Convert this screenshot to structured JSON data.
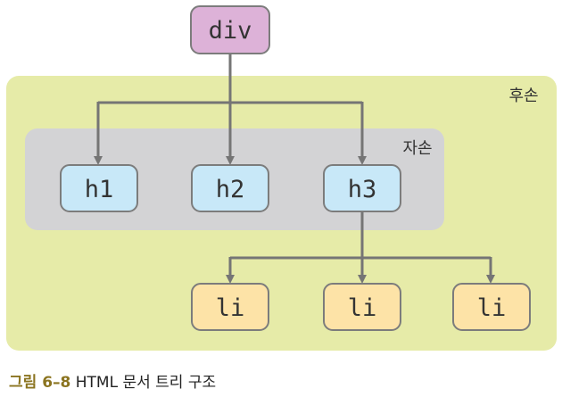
{
  "regions": {
    "descendants_label": "후손",
    "children_label": "자손"
  },
  "nodes": {
    "root": "div",
    "children": [
      "h1",
      "h2",
      "h3"
    ],
    "grandchildren": [
      "li",
      "li",
      "li"
    ]
  },
  "caption": {
    "label": "그림 6–8",
    "text": "HTML 문서 트리 구조"
  },
  "colors": {
    "descendants_fill": "#e6eba8",
    "children_fill": "#d3d3d5",
    "root_fill": "#ddb2d8",
    "child_fill": "#c8e8f8",
    "grandchild_fill": "#fde3a7",
    "connector": "#757575",
    "caption_label": "#8b7420"
  }
}
